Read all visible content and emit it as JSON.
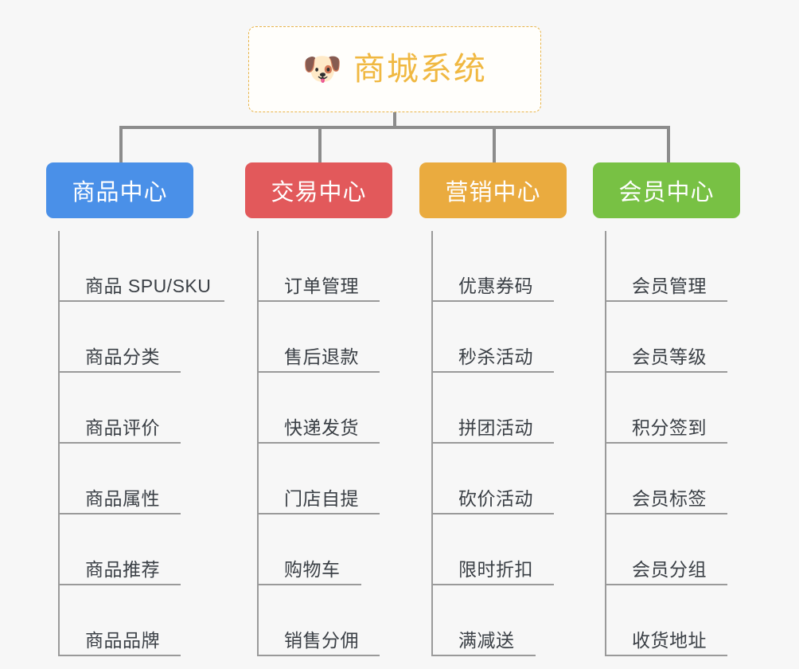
{
  "page": {
    "background_color": "#f7f7f7",
    "type": "mindmap"
  },
  "root": {
    "icon": "shiba-dog-face-emoji",
    "icon_glyph": "🐶",
    "title": "商城系统",
    "text_color": "#f0b841",
    "border_color": "#e8b44a"
  },
  "columns": [
    {
      "header": "商品中心",
      "color": "#4a90e8",
      "items": [
        "商品 SPU/SKU",
        "商品分类",
        "商品评价",
        "商品属性",
        "商品推荐",
        "商品品牌"
      ]
    },
    {
      "header": "交易中心",
      "color": "#e2595b",
      "items": [
        "订单管理",
        "售后退款",
        "快递发货",
        "门店自提",
        "购物车",
        "销售分佣"
      ]
    },
    {
      "header": "营销中心",
      "color": "#eaab3f",
      "items": [
        "优惠券码",
        "秒杀活动",
        "拼团活动",
        "砍价活动",
        "限时折扣",
        "满减送"
      ]
    },
    {
      "header": "会员中心",
      "color": "#78c144",
      "items": [
        "会员管理",
        "会员等级",
        "积分签到",
        "会员标签",
        "会员分组",
        "收货地址"
      ]
    }
  ],
  "connector": {
    "color": "#8c8c8c",
    "item_rule_color": "#9a9a9a"
  }
}
